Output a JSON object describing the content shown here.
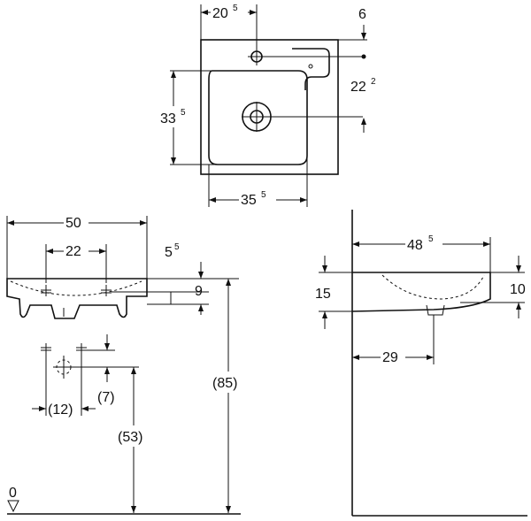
{
  "top_view": {
    "width_to_tap": {
      "main": "20",
      "sup": "5"
    },
    "tap_offset": "6",
    "depth_right": {
      "main": "22",
      "sup": "2"
    },
    "bowl_depth": {
      "main": "33",
      "sup": "5"
    },
    "bowl_width": {
      "main": "35",
      "sup": "5"
    }
  },
  "front_view": {
    "overall_width": "50",
    "tap_spacing": "22",
    "rim_height": {
      "main": "5",
      "sup": "5"
    },
    "basin_height": "9",
    "install_height": "(85)",
    "tap_hole_spacing": "(12)",
    "drain_offset": "(7)",
    "drain_height": "(53)",
    "floor_level": "0"
  },
  "side_view": {
    "projection": {
      "main": "48",
      "sup": "5"
    },
    "height_left": "15",
    "height_right": "10",
    "drain_distance": "29"
  }
}
